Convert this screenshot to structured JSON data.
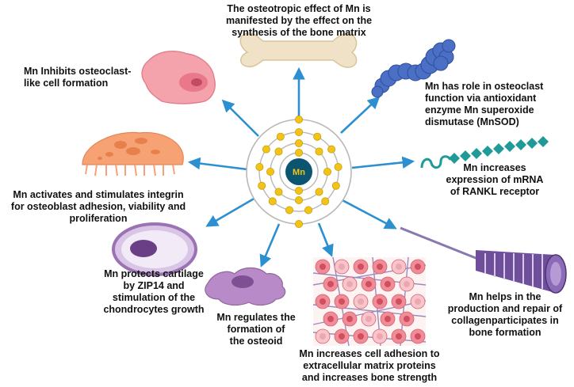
{
  "center": {
    "symbol": "Mn"
  },
  "colors": {
    "arrow": "#2b8fd0",
    "nucleus": "#0b5570",
    "electron": "#f2c417",
    "orbit": "#b8b8b8",
    "osteoclast_pink": "#f4a3ad",
    "osteoblast_orange": "#f7a274",
    "chondrocyte_purple": "#9b72b3",
    "osteoid_purple": "#b88ac7",
    "protein_blue": "#4a6fc4",
    "mrna_teal": "#1f9a99",
    "collagen_purple": "#6f4f9b",
    "bone_beige": "#efe2c6"
  },
  "effects": [
    {
      "id": "bone-matrix",
      "icon": "bone-icon",
      "text": "The osteotropic effect of Mn is\nmanifested by the effect on the\nsynthesis of the bone matrix"
    },
    {
      "id": "mnsod",
      "icon": "protein-icon",
      "text": "Mn has role in osteoclast\nfunction via antioxidant\nenzyme Mn superoxide\ndismutase (MnSOD)"
    },
    {
      "id": "rankl",
      "icon": "mrna-icon",
      "text": "Mn increases\nexpression of mRNA\nof RANKL receptor"
    },
    {
      "id": "collagen",
      "icon": "collagen-fiber-icon",
      "text": "Mn helps in the\nproduction and repair of\ncollagenparticipates in\nbone formation"
    },
    {
      "id": "adhesion",
      "icon": "extracellular-matrix-icon",
      "text": "Mn increases cell adhesion to\nextracellular matrix proteins\nand increases bone strength"
    },
    {
      "id": "osteoid",
      "icon": "osteoid-cell-icon",
      "text": "Mn regulates the\nformation of\nthe osteoid"
    },
    {
      "id": "cartilage",
      "icon": "chondrocyte-icon",
      "text": "Mn protects cartilage\nby ZIP14  and\nstimulation of the\nchondrocytes growth"
    },
    {
      "id": "integrin",
      "icon": "osteoblast-icon",
      "text": "Mn activates and stimulates integrin\nfor osteoblast adhesion, viability and\nproliferation"
    },
    {
      "id": "osteoclast",
      "icon": "osteoclast-icon",
      "text": "Mn Inhibits osteoclast-\nlike cell formation"
    }
  ]
}
